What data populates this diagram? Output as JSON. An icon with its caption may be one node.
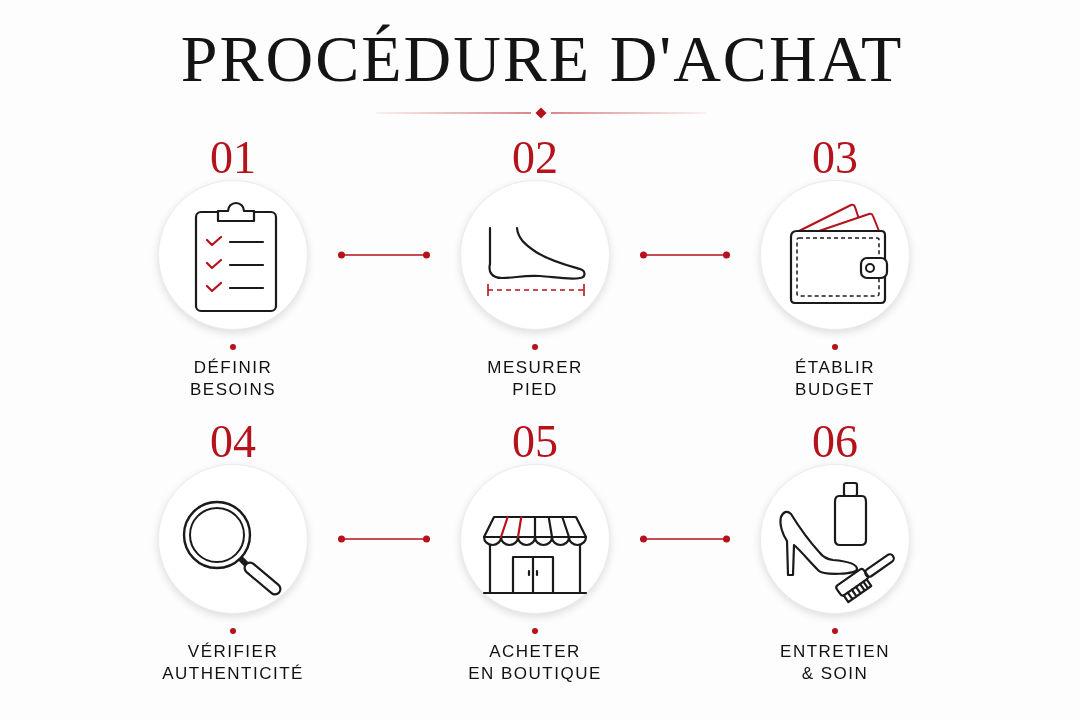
{
  "diagram": {
    "title": "PROCÉDURE D'ACHAT",
    "nodes": [
      {
        "text": [
          "01",
          "DÉFINIR BESOINS"
        ]
      },
      {
        "text": [
          "02",
          "MESURER PIED"
        ]
      },
      {
        "text": [
          "03",
          "ÉTABLIR BUDGET"
        ]
      },
      {
        "text": [
          "04",
          "VÉRIFIER AUTHENTICITÉ"
        ]
      },
      {
        "text": [
          "05",
          "ACHETER EN BOUTIQUE"
        ]
      },
      {
        "text": [
          "06",
          "ENTRETIEN & SOIN"
        ]
      }
    ],
    "edges": [
      {
        "from": 0,
        "to": 1,
        "arrow": "other"
      },
      {
        "from": 1,
        "to": 2,
        "arrow": "other"
      },
      {
        "from": 3,
        "to": 4,
        "arrow": "other"
      },
      {
        "from": 4,
        "to": 5,
        "arrow": "other"
      }
    ]
  }
}
